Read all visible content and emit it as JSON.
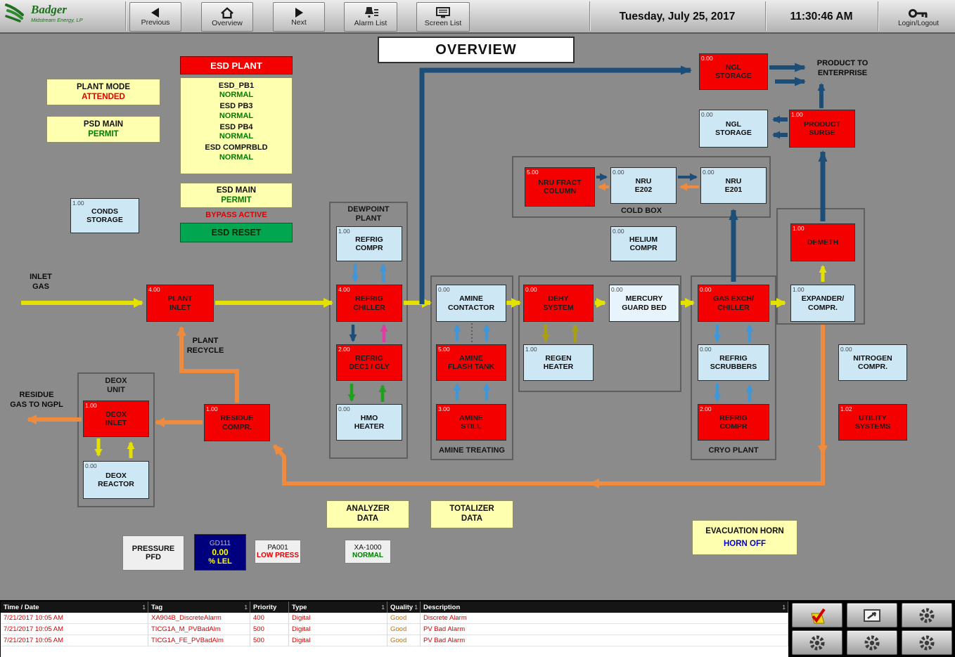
{
  "toolbar": {
    "brand": {
      "name": "Badger",
      "subtitle": "Midstream Energy, LP"
    },
    "buttons": {
      "previous": "Previous",
      "overview": "Overview",
      "next": "Next",
      "alarm_list": "Alarm List",
      "screen_list": "Screen List"
    },
    "date": "Tuesday, July 25, 2017",
    "time": "11:30:46 AM",
    "login": "Login/Logout"
  },
  "title": "OVERVIEW",
  "esd": {
    "header": "ESD PLANT",
    "items": [
      {
        "label": "ESD_PB1",
        "status": "NORMAL"
      },
      {
        "label": "ESD PB3",
        "status": "NORMAL"
      },
      {
        "label": "ESD PB4",
        "status": "NORMAL"
      },
      {
        "label": "ESD COMPRBLD",
        "status": "NORMAL"
      }
    ],
    "main": {
      "label": "ESD MAIN",
      "status": "PERMIT"
    },
    "bypass": "BYPASS ACTIVE",
    "reset": "ESD RESET"
  },
  "status": {
    "plant_mode": {
      "label": "PLANT MODE",
      "value": "ATTENDED"
    },
    "psd_main": {
      "label": "PSD MAIN",
      "value": "PERMIT"
    }
  },
  "labels": {
    "inlet_gas": "INLET\nGAS",
    "residue_gas": "RESIDUE\nGAS TO NGPL",
    "plant_recycle": "PLANT\nRECYCLE",
    "product_to_enterprise": "PRODUCT TO\nENTERPRISE"
  },
  "groups": {
    "dewpoint": "DEWPOINT\nPLANT",
    "amine": "AMINE TREATING",
    "cryo": "CRYO PLANT",
    "coldbox": "COLD BOX",
    "deox": "DEOX\nUNIT"
  },
  "blocks": {
    "conds_storage": {
      "label": "CONDS\nSTORAGE",
      "tag": "1.00"
    },
    "plant_inlet": {
      "label": "PLANT\nINLET",
      "tag": "4.00"
    },
    "refrig_compr_dp": {
      "label": "REFRIG\nCOMPR",
      "tag": "1.00"
    },
    "refrig_chiller": {
      "label": "REFRIG\nCHILLER",
      "tag": "4.00"
    },
    "refrig_dec1_gly": {
      "label": "REFRIG\nDEC1 / GLY",
      "tag": "2.00"
    },
    "hmo_heater": {
      "label": "HMO\nHEATER",
      "tag": "0.00"
    },
    "amine_contactor": {
      "label": "AMINE\nCONTACTOR",
      "tag": "0.00"
    },
    "amine_flash_tank": {
      "label": "AMINE\nFLASH TANK",
      "tag": "5.00"
    },
    "amine_still": {
      "label": "AMINE\nSTILL",
      "tag": "3.00"
    },
    "dehy_system": {
      "label": "DEHY\nSYSTEM",
      "tag": "0.00"
    },
    "regen_heater": {
      "label": "REGEN\nHEATER",
      "tag": "1.00"
    },
    "mercury_guard_bed": {
      "label": "MERCURY\nGUARD BED",
      "tag": "0.00"
    },
    "gas_exch_chiller": {
      "label": "GAS EXCH/\nCHILLER",
      "tag": "0.00"
    },
    "refrig_scrubbers": {
      "label": "REFRIG\nSCRUBBERS",
      "tag": "0.00"
    },
    "refrig_compr_cryo": {
      "label": "REFRIG\nCOMPR",
      "tag": "2.00"
    },
    "nru_fract_column": {
      "label": "NRU FRACT\nCOLUMN",
      "tag": "5.00"
    },
    "nru_e202": {
      "label": "NRU\nE202",
      "tag": "0.00"
    },
    "nru_e201": {
      "label": "NRU\nE201",
      "tag": "0.00"
    },
    "helium_compr": {
      "label": "HELIUM\nCOMPR",
      "tag": "0.00"
    },
    "demeth": {
      "label": "DEMETH",
      "tag": "1.00"
    },
    "expander_compr": {
      "label": "EXPANDER/\nCOMPR.",
      "tag": "1.00"
    },
    "ngl_storage_red": {
      "label": "NGL\nSTORAGE",
      "tag": "0.00"
    },
    "ngl_storage_blue": {
      "label": "NGL\nSTORAGE",
      "tag": "0.00"
    },
    "product_surge": {
      "label": "PRODUCT\nSURGE",
      "tag": "1.00"
    },
    "nitrogen_compr": {
      "label": "NITROGEN\nCOMPR.",
      "tag": "0.00"
    },
    "utility_systems": {
      "label": "UTILITY\nSYSTEMS",
      "tag": "1.02"
    },
    "deox_inlet": {
      "label": "DEOX\nINLET",
      "tag": "1.00"
    },
    "deox_reactor": {
      "label": "DEOX\nREACTOR",
      "tag": "0.00"
    },
    "residue_compr": {
      "label": "RESIDUE\nCOMPR.",
      "tag": "1.00"
    }
  },
  "panels": {
    "analyzer": "ANALYZER\nDATA",
    "totalizer": "TOTALIZER\nDATA",
    "pressure_pfd": "PRESSURE\nPFD",
    "gd111": {
      "tag": "GD111",
      "value": "0.00",
      "units": "% LEL"
    },
    "pa001": {
      "tag": "PA001",
      "status": "LOW PRESS"
    },
    "xa1000": {
      "tag": "XA-1000",
      "status": "NORMAL"
    },
    "evacuation_horn": {
      "label": "EVACUATION HORN",
      "status": "HORN OFF"
    }
  },
  "alarm_table": {
    "columns": [
      "Time / Date",
      "Tag",
      "Priority",
      "Type",
      "Quality",
      "Description"
    ],
    "sort_badge": "1",
    "rows": [
      [
        "7/21/2017 10:05 AM",
        "XA904B_DiscreteAlarm",
        "400",
        "Digital",
        "Good",
        "Discrete Alarm"
      ],
      [
        "7/21/2017 10:05 AM",
        "TICG1A_M_PVBadAlm",
        "500",
        "Digital",
        "Good",
        "PV Bad Alarm"
      ],
      [
        "7/21/2017 10:05 AM",
        "TICG1A_FE_PVBadAlm",
        "500",
        "Digital",
        "Good",
        "PV Bad Alarm"
      ]
    ]
  },
  "colors": {
    "alarm_red": "#f40000",
    "normal_green": "#007d00",
    "panel_yellow": "#ffffb0",
    "equipment_blue": "#cde7f5",
    "flow_yellow": "#e4e000",
    "flow_orange": "#ee8b3e",
    "flow_navy": "#1d4e77",
    "reset_green": "#00a650",
    "brand_green": "#1d701d"
  }
}
